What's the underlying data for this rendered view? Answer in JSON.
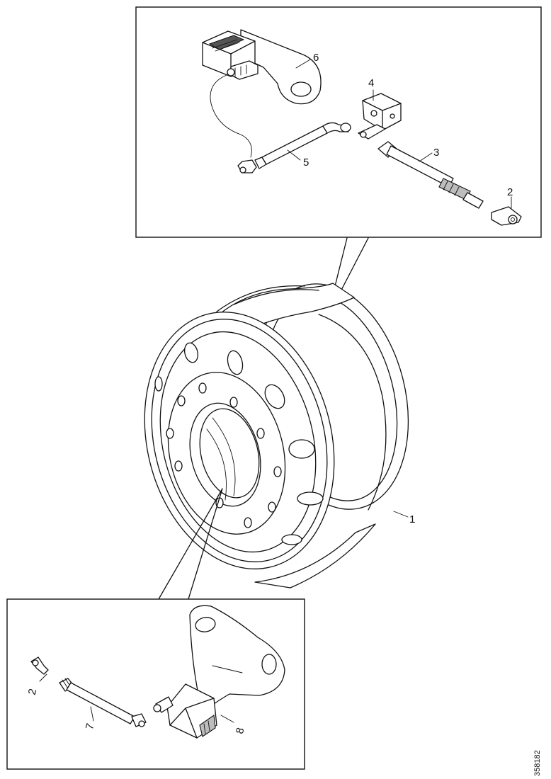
{
  "callouts": {
    "wheel_rim": "1",
    "valve_cap_top": "2",
    "hose_top": "3",
    "bracket_top": "4",
    "hose_sensor_top": "5",
    "sensor_top": "6",
    "valve_cap_bottom": "2",
    "hose_bottom": "7",
    "sensor_bottom": "8"
  },
  "document_id": "358182"
}
